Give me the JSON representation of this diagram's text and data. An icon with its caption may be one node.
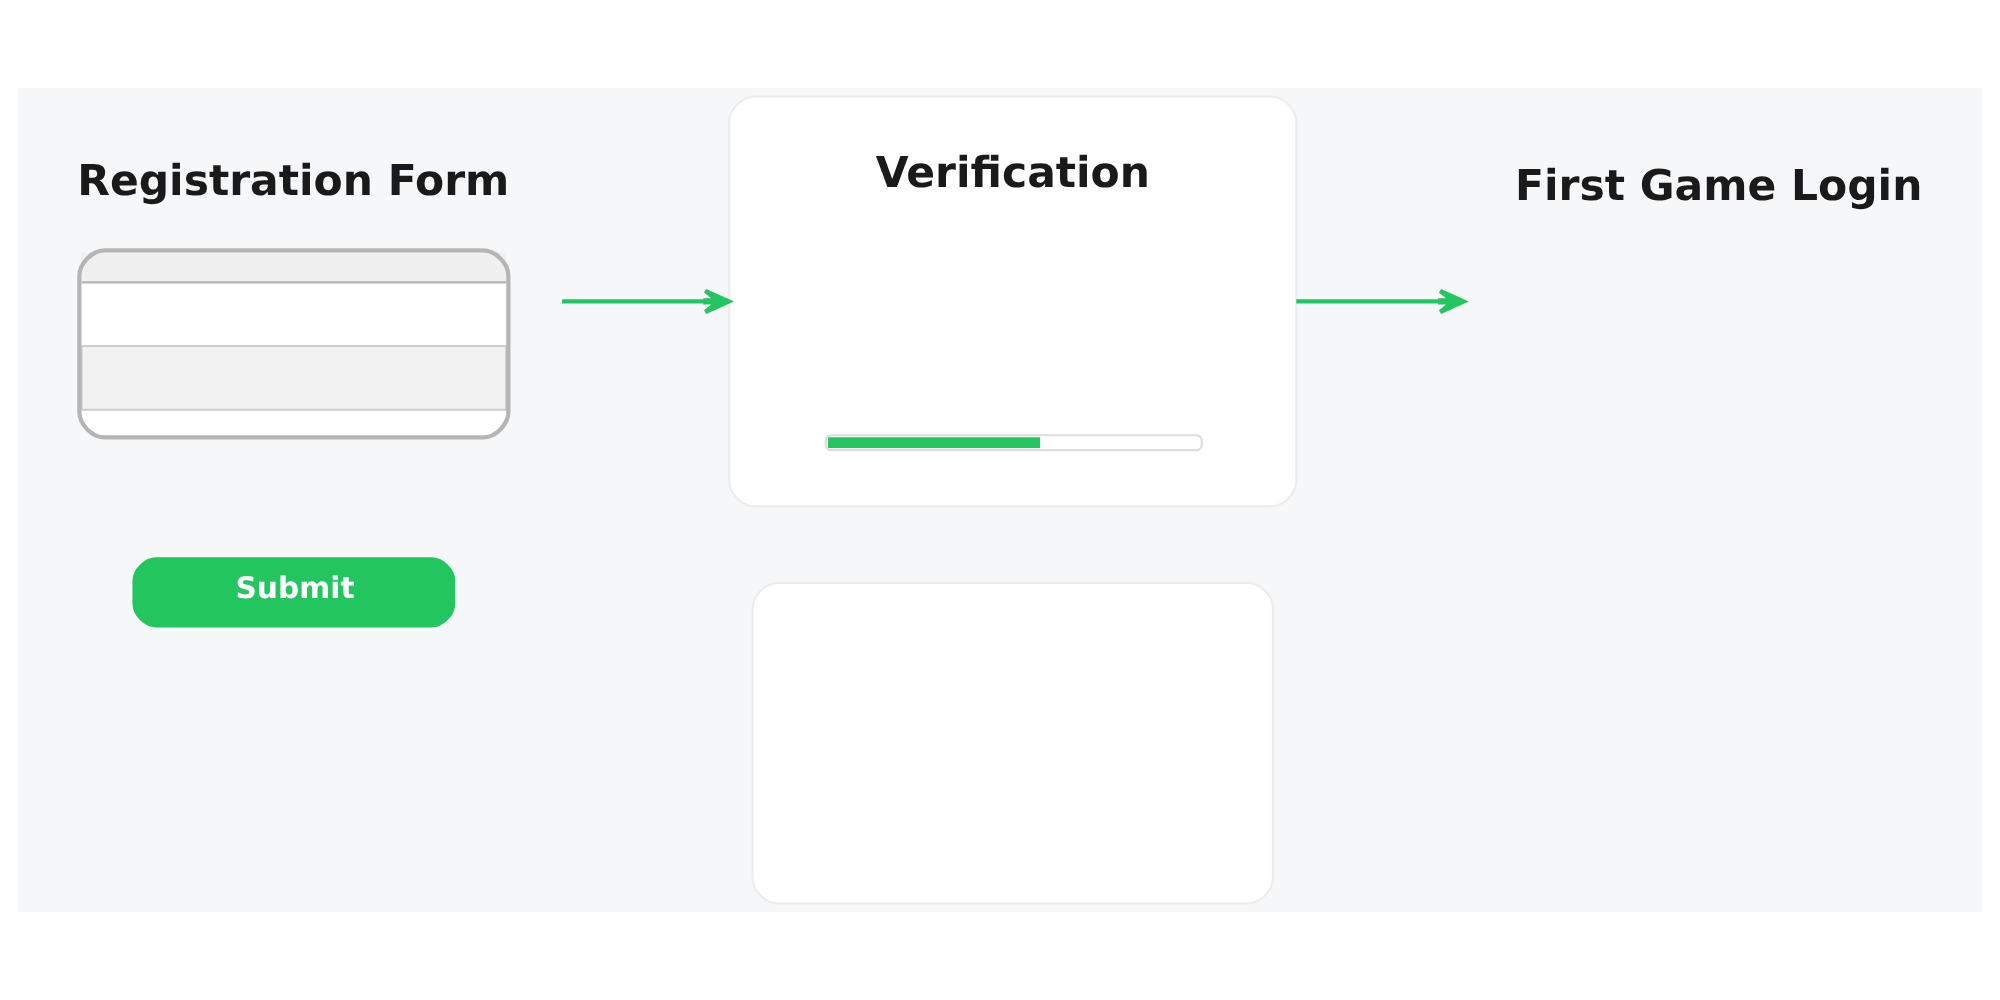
{
  "diagram": {
    "nodes": [
      {
        "text": [
          "Registration Form"
        ]
      },
      {
        "text": [
          "Submit"
        ]
      },
      {
        "text": [
          "Verification"
        ]
      },
      {
        "text": [
          "First Game Login"
        ]
      },
      {
        "text": [],
        "shape": "box"
      }
    ],
    "edges": [
      {
        "from": 0,
        "to": 2,
        "arrow": "to"
      },
      {
        "from": 2,
        "to": 3,
        "arrow": "to"
      }
    ]
  }
}
